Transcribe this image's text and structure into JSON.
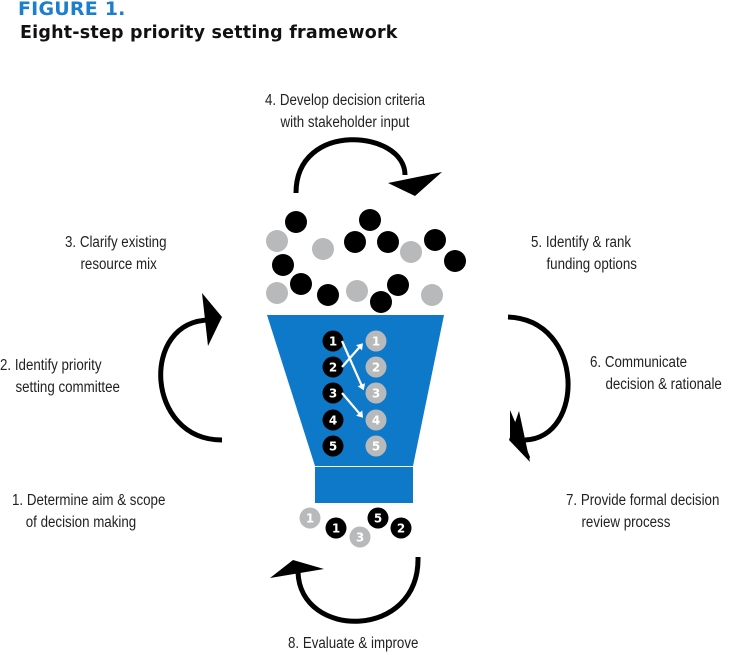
{
  "figure": {
    "label": "FIGURE 1.",
    "title": "Eight-step priority setting framework"
  },
  "colors": {
    "accent": "#1b7fcc",
    "funnel": "#0f79c9",
    "dark_ball": "#000000",
    "light_ball": "#b8b9bb",
    "arrow": "#000000"
  },
  "steps": [
    {
      "number": "1.",
      "line1": "Determine aim & scope",
      "line2": "of decision making"
    },
    {
      "number": "2.",
      "line1": "Identify priority",
      "line2": "setting committee"
    },
    {
      "number": "3.",
      "line1": "Clarify existing",
      "line2": "resource mix"
    },
    {
      "number": "4.",
      "line1": "Develop decision criteria",
      "line2": "with stakeholder input"
    },
    {
      "number": "5.",
      "line1": "Identify & rank",
      "line2": "funding options"
    },
    {
      "number": "6.",
      "line1": "Communicate",
      "line2": "decision & rationale"
    },
    {
      "number": "7.",
      "line1": "Provide formal decision",
      "line2": "review process"
    },
    {
      "number": "8.",
      "line1": "Evaluate & improve",
      "line2": ""
    }
  ],
  "funnel": {
    "left_column": [
      "1",
      "2",
      "3",
      "4",
      "5"
    ],
    "right_column": [
      "1",
      "2",
      "3",
      "4",
      "5"
    ],
    "reorder_arrows": [
      {
        "from": "2",
        "to": "1"
      },
      {
        "from": "1",
        "to": "3"
      },
      {
        "from": "3",
        "to": "4"
      }
    ]
  },
  "output_balls": [
    {
      "label": "1",
      "tone": "light"
    },
    {
      "label": "1",
      "tone": "dark"
    },
    {
      "label": "3",
      "tone": "light"
    },
    {
      "label": "5",
      "tone": "dark"
    },
    {
      "label": "2",
      "tone": "dark"
    }
  ]
}
